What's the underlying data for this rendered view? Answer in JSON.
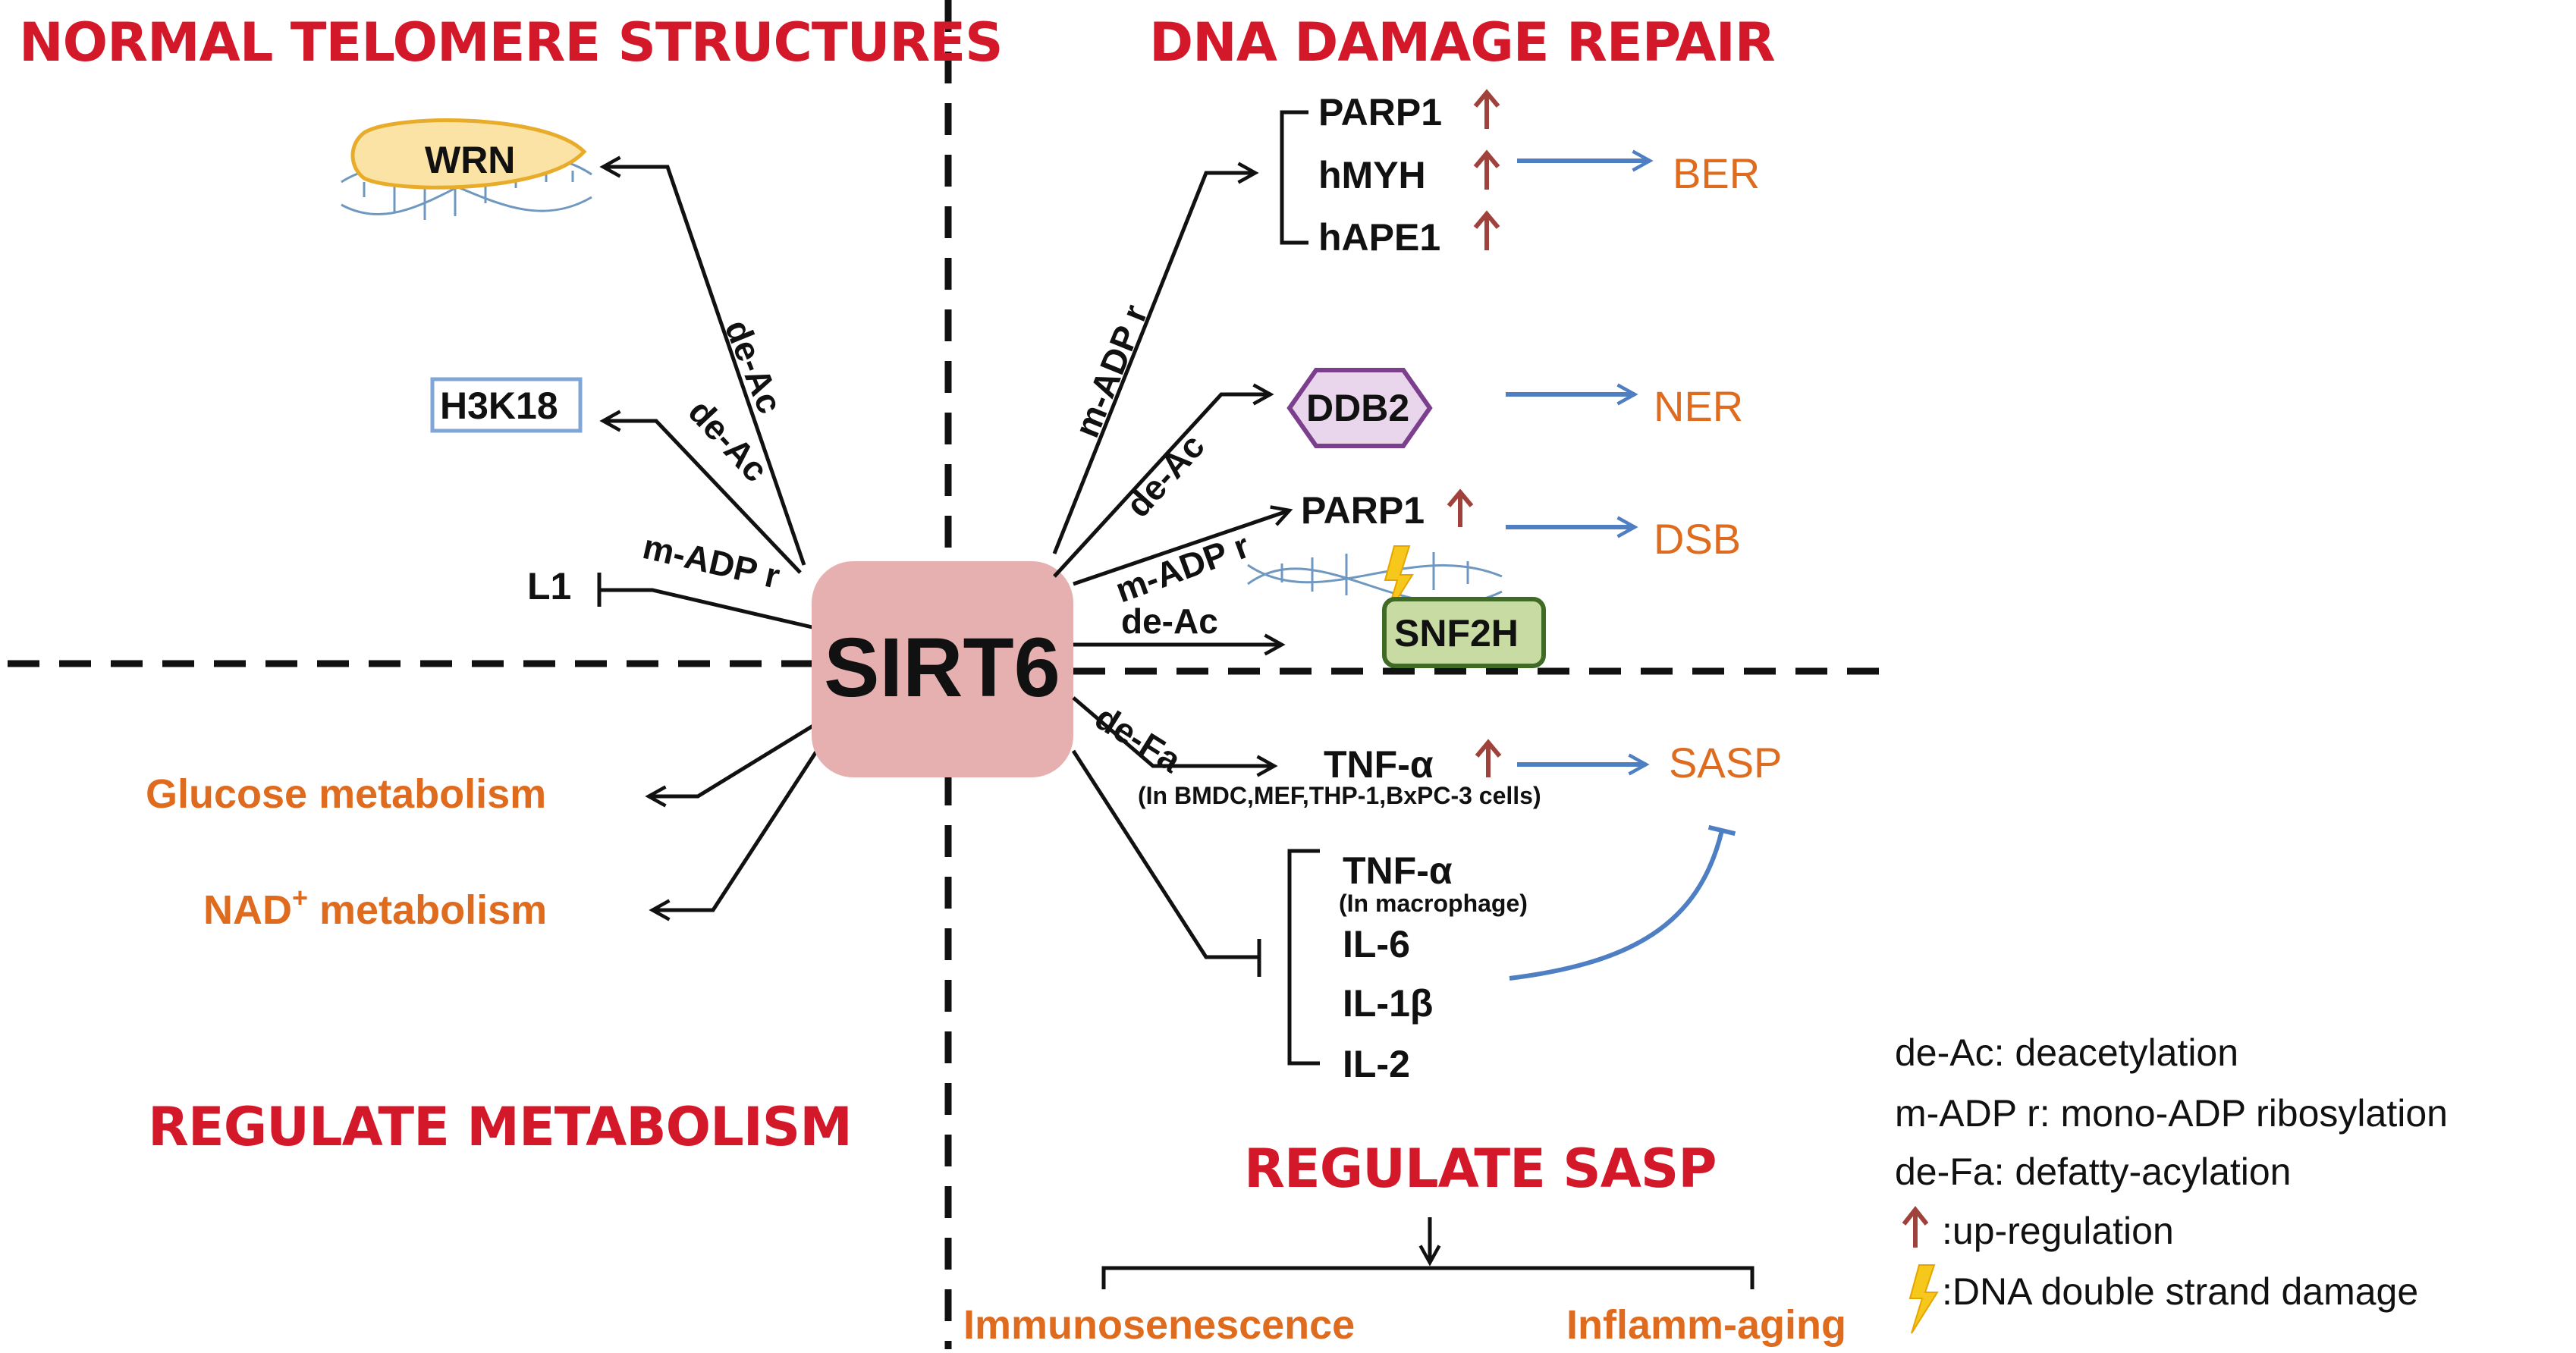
{
  "headings": {
    "telomere": "NORMAL TELOMERE STRUCTURES",
    "dna_repair": "DNA DAMAGE REPAIR",
    "metabolism": "REGULATE METABOLISM",
    "sasp": "REGULATE SASP"
  },
  "center": {
    "label": "SIRT6"
  },
  "telomere": {
    "wrn": "WRN",
    "h3k18": "H3K18",
    "l1": "L1",
    "edges": {
      "wrn": "de-Ac",
      "h3k18": "de-Ac",
      "l1": "m-ADP r"
    }
  },
  "metabolism": {
    "glucose": "Glucose metabolism",
    "nad_prefix": "NAD",
    "nad_sup": "+",
    "nad_suffix": " metabolism"
  },
  "dna_repair": {
    "ber_group": [
      "PARP1",
      "hMYH",
      "hAPE1"
    ],
    "ber": "BER",
    "ddb2": "DDB2",
    "ner": "NER",
    "parp1": "PARP1",
    "dsb": "DSB",
    "snf2h": "SNF2H",
    "edges": {
      "ber": "m-ADP r",
      "ddb2": "de-Ac",
      "parp1": "m-ADP r",
      "snf2h": "de-Ac"
    }
  },
  "sasp_section": {
    "tnf_up": "TNF-α",
    "tnf_up_note": "(In BMDC,MEF,THP-1,BxPC-3 cells)",
    "sasp": "SASP",
    "defa_edge": "de-Fa",
    "inhibited": [
      "TNF-α",
      "IL-6",
      "IL-1β",
      "IL-2"
    ],
    "inhibited_note": "(In macrophage)",
    "outcomes": [
      "Immunosenescence",
      "Inflamm-aging"
    ]
  },
  "legend": {
    "items": [
      "de-Ac: deacetylation",
      "m-ADP r: mono-ADP ribosylation",
      "de-Fa: defatty-acylation",
      ":up-regulation",
      ":DNA double strand damage"
    ]
  },
  "colors": {
    "heading": "#d3182a",
    "orange": "#de6b1e",
    "blue_arrow": "#4f7fc3",
    "up_arrow": "#a0423c",
    "sirt6_fill": "#e6b0b0",
    "ddb2_fill": "#e9d5ec",
    "snf2h_fill": "#c7dba3",
    "wrn_fill": "#fbe3a6",
    "damage_bolt": "#f6c81b"
  },
  "icons": [
    "dna-helix-icon",
    "up-arrow-icon",
    "lightning-bolt-icon"
  ]
}
